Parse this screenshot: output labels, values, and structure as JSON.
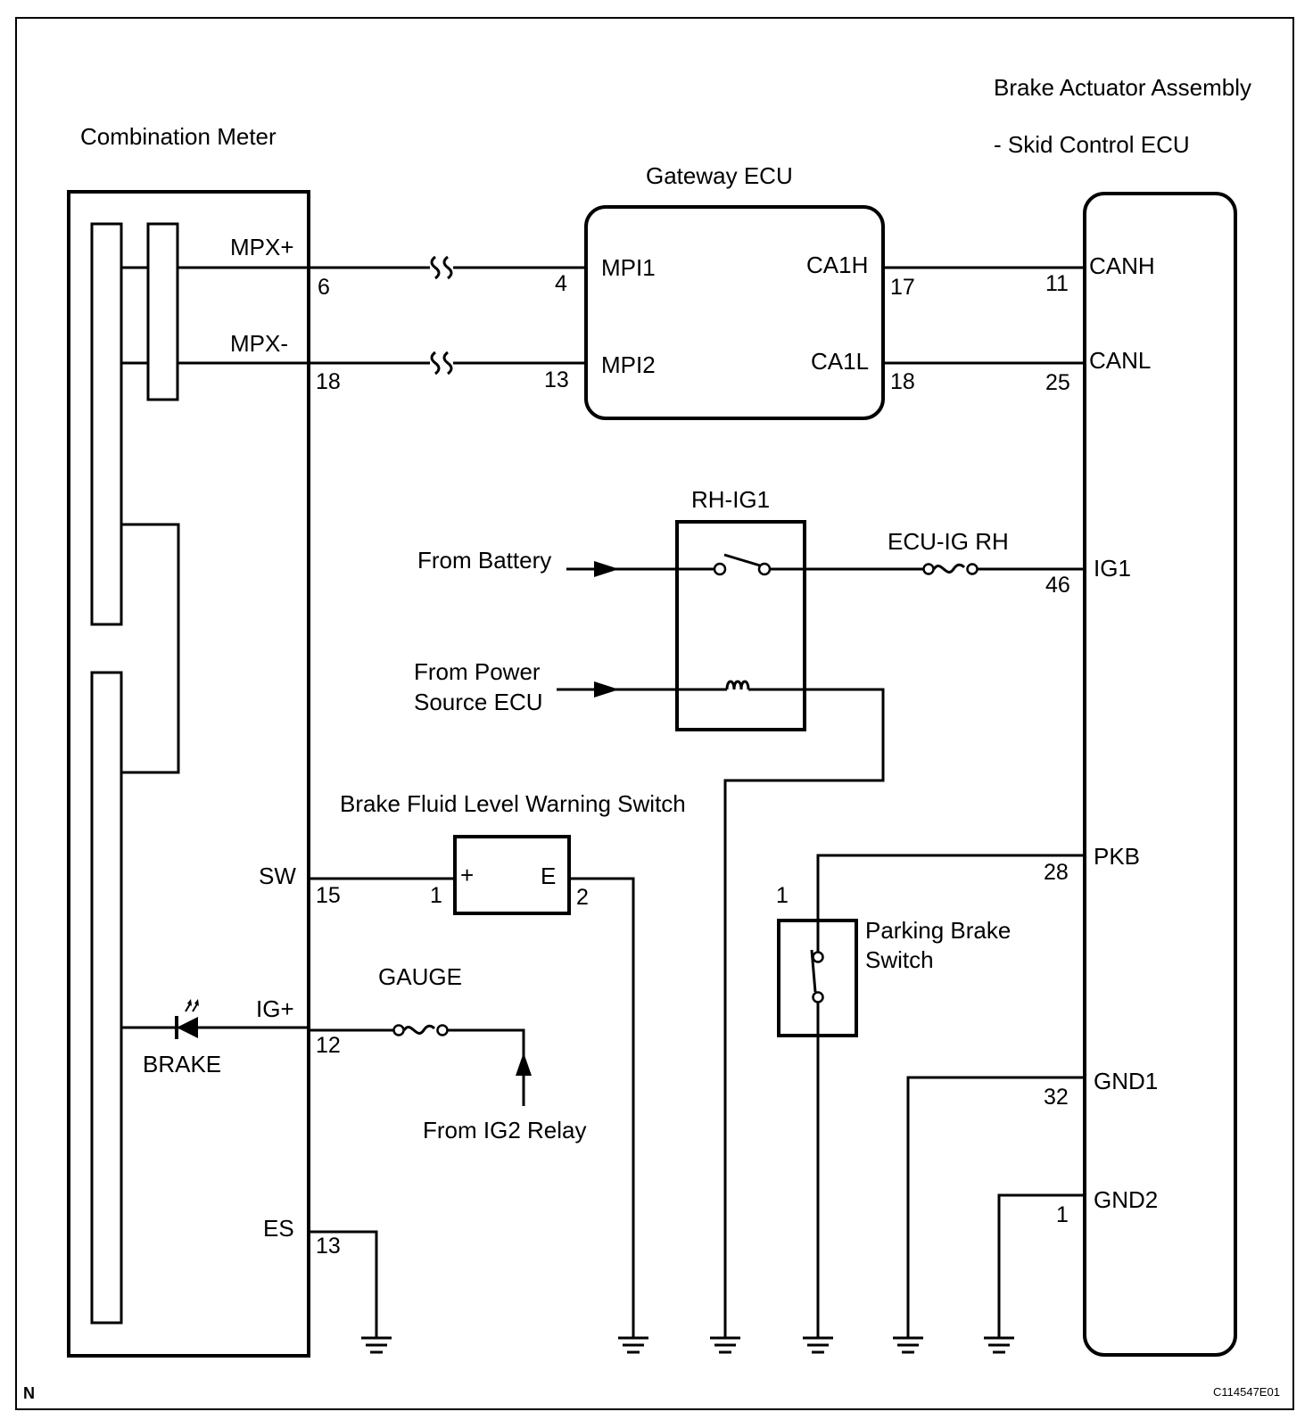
{
  "components": {
    "combination_meter": "Combination Meter",
    "gateway_ecu": "Gateway ECU",
    "brake_actuator_line1": "Brake Actuator Assembly",
    "brake_actuator_line2": "- Skid Control ECU",
    "rh_ig1_relay": "RH-IG1",
    "ecu_ig_rh_fuse": "ECU-IG RH",
    "gauge_fuse": "GAUGE",
    "brake_fluid_switch": "Brake Fluid Level Warning Switch",
    "parking_brake_switch_line1": "Parking Brake",
    "parking_brake_switch_line2": "Switch",
    "brake_indicator": "BRAKE"
  },
  "sources": {
    "from_battery": "From Battery",
    "from_power_source_line1": "From Power",
    "from_power_source_line2": "Source ECU",
    "from_ig2_relay": "From IG2 Relay"
  },
  "terminals": {
    "mpx_plus": "MPX+",
    "mpx_minus": "MPX-",
    "sw": "SW",
    "ig_plus": "IG+",
    "es": "ES",
    "mpi1": "MPI1",
    "mpi2": "MPI2",
    "ca1h": "CA1H",
    "ca1l": "CA1L",
    "canh": "CANH",
    "canl": "CANL",
    "ig1": "IG1",
    "pkb": "PKB",
    "gnd1": "GND1",
    "gnd2": "GND2",
    "switch_plus": "+",
    "switch_e": "E"
  },
  "pins": {
    "meter_mpx_plus": "6",
    "meter_mpx_minus": "18",
    "meter_sw": "15",
    "meter_ig_plus": "12",
    "meter_es": "13",
    "gw_mpi1": "4",
    "gw_mpi2": "13",
    "gw_ca1h": "17",
    "gw_ca1l": "18",
    "ecu_canh": "11",
    "ecu_canl": "25",
    "ecu_ig1": "46",
    "ecu_pkb": "28",
    "ecu_gnd1": "32",
    "ecu_gnd2": "1",
    "switch_pin1": "1",
    "switch_pin2": "2",
    "parking_pin1": "1"
  },
  "footer": {
    "corner_left": "N",
    "figure_code": "C114547E01"
  }
}
